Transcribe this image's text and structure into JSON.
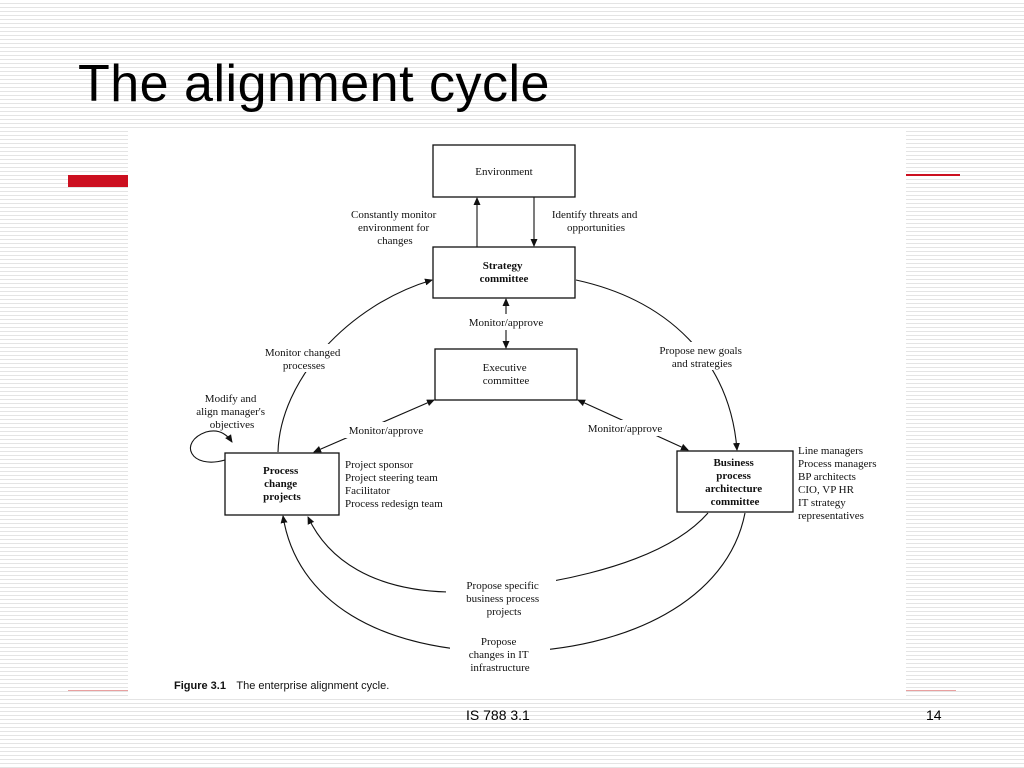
{
  "slide": {
    "title": "The alignment cycle",
    "footer_center": "IS 788 3.1",
    "page_number": "14",
    "accent_color": "#cc1020"
  },
  "diagram": {
    "nodes": {
      "environment": "Environment",
      "strategy": [
        "Strategy",
        "committee"
      ],
      "executive": [
        "Executive",
        "committee"
      ],
      "process_change": [
        "Process",
        "change",
        "projects"
      ],
      "bpa": [
        "Business",
        "process",
        "architecture",
        "committee"
      ]
    },
    "edge_labels": {
      "monitor_env": [
        "Constantly monitor",
        "environment for",
        "changes"
      ],
      "identify_threats": [
        "Identify threats and",
        "opportunities"
      ],
      "monitor_approve_top": "Monitor/approve",
      "monitor_changed": [
        "Monitor changed",
        "processes"
      ],
      "propose_goals": [
        "Propose new goals",
        "and strategies"
      ],
      "modify_align": [
        "Modify and",
        "align manager's",
        "objectives"
      ],
      "monitor_approve_left": "Monitor/approve",
      "monitor_approve_right": "Monitor/approve",
      "propose_specific": [
        "Propose specific",
        "business process",
        "projects"
      ],
      "propose_it": [
        "Propose",
        "changes in IT",
        "infrastructure"
      ]
    },
    "process_roles": [
      "Project sponsor",
      "Project steering team",
      "Facilitator",
      "Process redesign team"
    ],
    "bpa_members": [
      "Line managers",
      "Process managers",
      "BP architects",
      "CIO, VP HR",
      "IT strategy",
      "representatives"
    ],
    "caption": {
      "label": "Figure 3.1",
      "text": "The enterprise alignment cycle."
    }
  }
}
